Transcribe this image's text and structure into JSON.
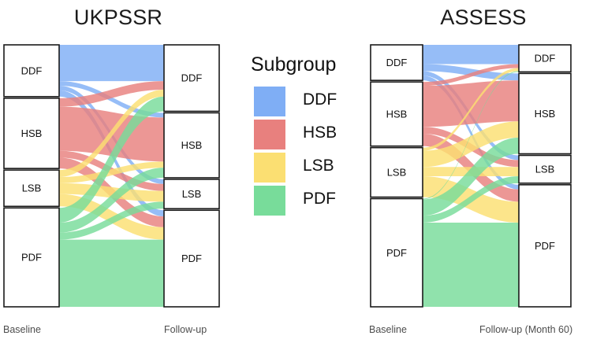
{
  "legend": {
    "title": "Subgroup",
    "items": [
      {
        "label": "DDF",
        "color": "#7FAEF5"
      },
      {
        "label": "HSB",
        "color": "#E8807E"
      },
      {
        "label": "LSB",
        "color": "#FBDF72"
      },
      {
        "label": "PDF",
        "color": "#78DC9A"
      }
    ]
  },
  "colors": {
    "DDF": "#7FAEF5",
    "HSB": "#E8807E",
    "LSB": "#FBDF72",
    "PDF": "#78DC9A",
    "node_fill": "#FFFFFF",
    "node_stroke": "#1a1a1a",
    "text": "#111111",
    "axis_text": "#4d4d4d",
    "background": "#FFFFFF"
  },
  "panels": [
    {
      "id": "ukpssr",
      "title": "UKPSSR",
      "axes": [
        "Baseline",
        "Follow-up"
      ],
      "chart_data": {
        "type": "alluvial",
        "title": "UKPSSR",
        "stages": [
          "Baseline",
          "Follow-up"
        ],
        "categories": [
          "DDF",
          "HSB",
          "LSB",
          "PDF"
        ],
        "baseline_totals": {
          "DDF": 67,
          "HSB": 91,
          "LSB": 47,
          "PDF": 128
        },
        "followup_totals": {
          "DDF": 86,
          "HSB": 84,
          "LSB": 38,
          "PDF": 125
        },
        "flows": [
          {
            "from": "DDF",
            "to": "DDF",
            "value": 47
          },
          {
            "from": "DDF",
            "to": "HSB",
            "value": 6
          },
          {
            "from": "DDF",
            "to": "LSB",
            "value": 6
          },
          {
            "from": "DDF",
            "to": "PDF",
            "value": 8
          },
          {
            "from": "HSB",
            "to": "DDF",
            "value": 11
          },
          {
            "from": "HSB",
            "to": "HSB",
            "value": 57
          },
          {
            "from": "HSB",
            "to": "LSB",
            "value": 9
          },
          {
            "from": "HSB",
            "to": "PDF",
            "value": 14
          },
          {
            "from": "LSB",
            "to": "DDF",
            "value": 9
          },
          {
            "from": "LSB",
            "to": "HSB",
            "value": 8
          },
          {
            "from": "LSB",
            "to": "LSB",
            "value": 14
          },
          {
            "from": "LSB",
            "to": "PDF",
            "value": 16
          },
          {
            "from": "PDF",
            "to": "DDF",
            "value": 19
          },
          {
            "from": "PDF",
            "to": "HSB",
            "value": 13
          },
          {
            "from": "PDF",
            "to": "LSB",
            "value": 9
          },
          {
            "from": "PDF",
            "to": "PDF",
            "value": 87
          }
        ]
      }
    },
    {
      "id": "assess",
      "title": "ASSESS",
      "axes": [
        "Baseline",
        "Follow-up (Month 60)"
      ],
      "chart_data": {
        "type": "alluvial",
        "title": "ASSESS",
        "stages": [
          "Baseline",
          "Follow-up (Month 60)"
        ],
        "categories": [
          "DDF",
          "HSB",
          "LSB",
          "PDF"
        ],
        "baseline_totals": {
          "DDF": 46,
          "HSB": 83,
          "LSB": 64,
          "PDF": 140
        },
        "followup_totals": {
          "DDF": 35,
          "HSB": 104,
          "LSB": 36,
          "PDF": 158
        },
        "flows": [
          {
            "from": "DDF",
            "to": "DDF",
            "value": 25
          },
          {
            "from": "DDF",
            "to": "HSB",
            "value": 9
          },
          {
            "from": "DDF",
            "to": "LSB",
            "value": 6
          },
          {
            "from": "DDF",
            "to": "PDF",
            "value": 6
          },
          {
            "from": "HSB",
            "to": "DDF",
            "value": 5
          },
          {
            "from": "HSB",
            "to": "HSB",
            "value": 53
          },
          {
            "from": "HSB",
            "to": "LSB",
            "value": 9
          },
          {
            "from": "HSB",
            "to": "PDF",
            "value": 16
          },
          {
            "from": "LSB",
            "to": "DDF",
            "value": 4
          },
          {
            "from": "LSB",
            "to": "HSB",
            "value": 21
          },
          {
            "from": "LSB",
            "to": "LSB",
            "value": 12
          },
          {
            "from": "LSB",
            "to": "PDF",
            "value": 27
          },
          {
            "from": "PDF",
            "to": "DDF",
            "value": 1
          },
          {
            "from": "PDF",
            "to": "HSB",
            "value": 21
          },
          {
            "from": "PDF",
            "to": "LSB",
            "value": 9
          },
          {
            "from": "PDF",
            "to": "PDF",
            "value": 109
          }
        ]
      }
    }
  ]
}
